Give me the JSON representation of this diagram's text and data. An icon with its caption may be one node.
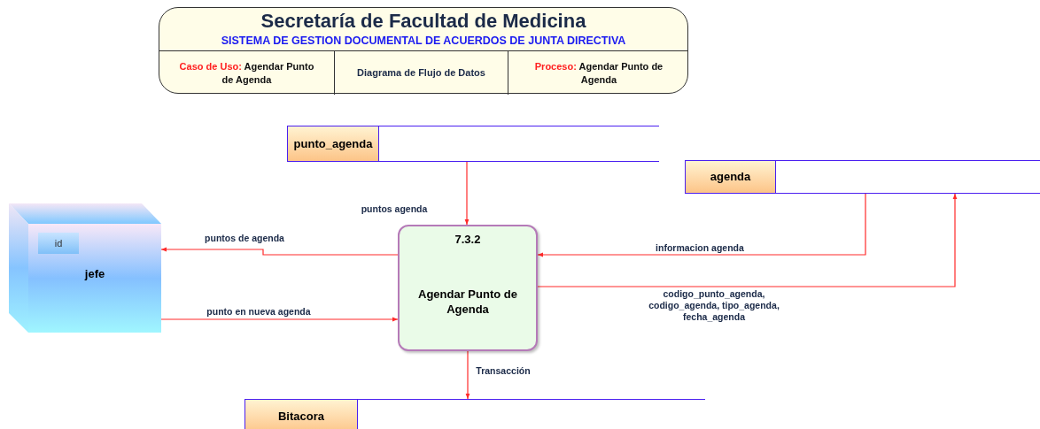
{
  "diagram": {
    "nodes": [
      {
        "text": [
          "Secretaría de Facultad de Medicina",
          "SISTEMA DE GESTION DOCUMENTAL DE ACUERDOS DE JUNTA DIRECTIVA"
        ]
      },
      {
        "text": [
          "Caso de Uso:",
          "Agendar Punto de Agenda"
        ],
        "in": 0
      },
      {
        "text": [
          "Diagrama de Flujo de Datos"
        ],
        "in": 0
      },
      {
        "text": [
          "Proceso:",
          "Agendar Punto de Agenda"
        ],
        "in": 0
      },
      {
        "text": [
          "punto_agenda"
        ]
      },
      {
        "text": [
          "agenda"
        ]
      },
      {
        "text": [
          "jefe"
        ]
      },
      {
        "text": [
          "id"
        ],
        "in": 6
      },
      {
        "text": [
          "7.3.2",
          "Agendar Punto de Agenda"
        ]
      },
      {
        "text": [
          "Bitacora"
        ]
      }
    ],
    "edges": [
      {
        "from": 4,
        "to": 8,
        "arrow": "to",
        "label": "puntos agenda"
      },
      {
        "from": 8,
        "to": 6,
        "arrow": "to",
        "label": "puntos de agenda"
      },
      {
        "from": 6,
        "to": 8,
        "arrow": "to",
        "label": "punto en nueva agenda"
      },
      {
        "from": 5,
        "to": 8,
        "arrow": "to",
        "label": "informacion agenda"
      },
      {
        "from": 8,
        "to": 5,
        "arrow": "to",
        "label": "codigo_punto_agenda, codigo_agenda, tipo_agenda, fecha_agenda"
      },
      {
        "from": 8,
        "to": 9,
        "arrow": "to",
        "label": "Transacción"
      }
    ]
  }
}
